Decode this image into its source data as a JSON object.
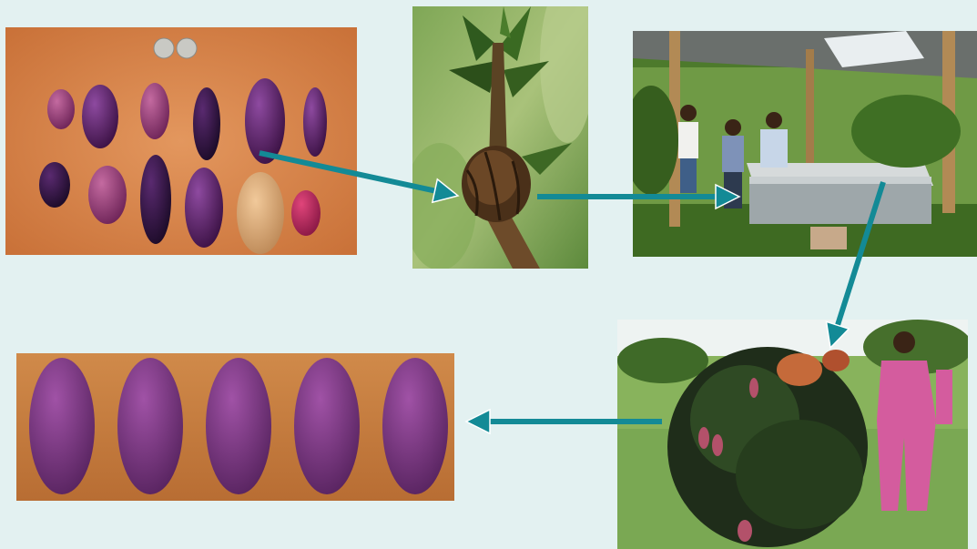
{
  "diagram": {
    "background_color": "#e3f1f1",
    "arrow_color": "#138a96",
    "steps": [
      {
        "name": "fruit-variety-selection",
        "photo": "fruits-with-coins"
      },
      {
        "name": "marcotting",
        "photo": "rooted-branch"
      },
      {
        "name": "nursery-propagator",
        "photo": "shed-with-propagator"
      },
      {
        "name": "field-planting",
        "photo": "fruiting-tree-with-farmer"
      },
      {
        "name": "uniform-fruit-output",
        "photo": "row-of-identical-fruits"
      }
    ],
    "flow": [
      {
        "from": "fruit-variety-selection",
        "to": "marcotting"
      },
      {
        "from": "marcotting",
        "to": "nursery-propagator"
      },
      {
        "from": "nursery-propagator",
        "to": "field-planting"
      },
      {
        "from": "field-planting",
        "to": "uniform-fruit-output"
      }
    ]
  }
}
